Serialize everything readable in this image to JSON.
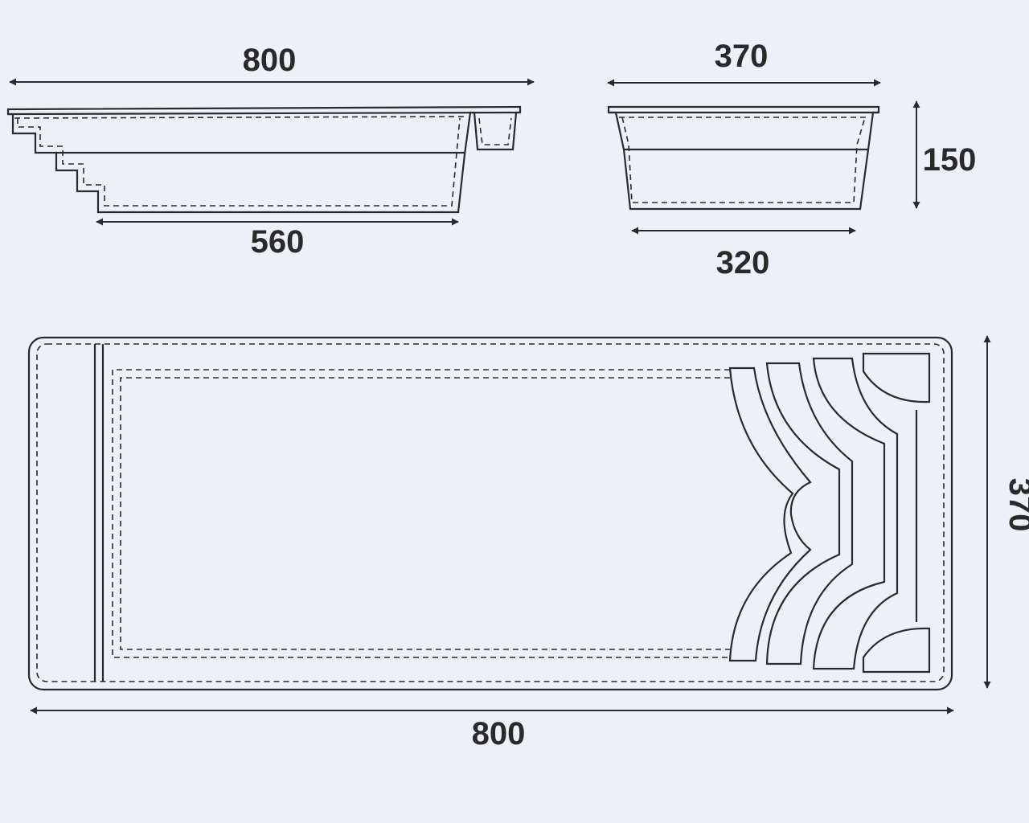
{
  "side_view": {
    "length_label": "800",
    "floor_length_label": "560"
  },
  "end_view": {
    "width_label": "370",
    "depth_label": "150",
    "floor_width_label": "320"
  },
  "plan_view": {
    "length_label": "800",
    "width_label": "370"
  },
  "colors": {
    "background": "#edf1f7",
    "line": "#2a2a2a"
  }
}
